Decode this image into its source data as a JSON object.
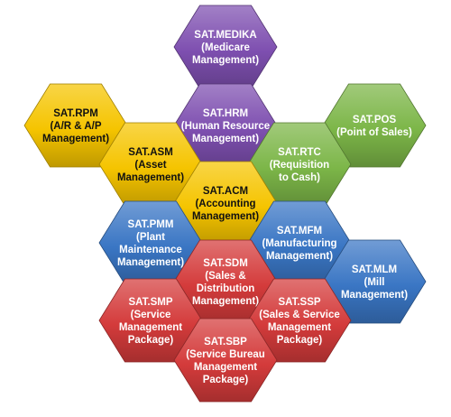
{
  "modules": [
    {
      "id": "medika",
      "lines": [
        "SAT.MEDIKA",
        "(Medicare",
        "Management)"
      ],
      "color": "#7e4fb0"
    },
    {
      "id": "rpm",
      "lines": [
        "SAT.RPM",
        "(A/R & A/P",
        "Management)"
      ],
      "color": "#f5c400",
      "text_color": "#111111"
    },
    {
      "id": "hrm",
      "lines": [
        "SAT.HRM",
        "(Human Resource",
        "Management)"
      ],
      "color": "#7e4fb0"
    },
    {
      "id": "pos",
      "lines": [
        "SAT.POS",
        "(Point of Sales)"
      ],
      "color": "#7cb648"
    },
    {
      "id": "asm",
      "lines": [
        "SAT.ASM",
        "(Asset",
        "Management)"
      ],
      "color": "#f5c400",
      "text_color": "#111111"
    },
    {
      "id": "rtc",
      "lines": [
        "SAT.RTC",
        "(Requisition",
        "to Cash)"
      ],
      "color": "#7cb648"
    },
    {
      "id": "acm",
      "lines": [
        "SAT.ACM",
        "(Accounting",
        "Management)"
      ],
      "color": "#f5c400",
      "text_color": "#111111"
    },
    {
      "id": "pmm",
      "lines": [
        "SAT.PMM",
        "(Plant",
        "Maintenance",
        "Management)"
      ],
      "color": "#3a76c4"
    },
    {
      "id": "mfm",
      "lines": [
        "SAT.MFM",
        "(Manufacturing",
        "Management)"
      ],
      "color": "#3a76c4"
    },
    {
      "id": "sdm",
      "lines": [
        "SAT.SDM",
        "(Sales &",
        "Distribution",
        "Management)"
      ],
      "color": "#d43b3b"
    },
    {
      "id": "mlm",
      "lines": [
        "SAT.MLM",
        "(Mill",
        "Management)"
      ],
      "color": "#3a76c4"
    },
    {
      "id": "smp",
      "lines": [
        "SAT.SMP",
        "(Service",
        "Management",
        "Package)"
      ],
      "color": "#d43b3b"
    },
    {
      "id": "ssp",
      "lines": [
        "SAT.SSP",
        "(Sales & Service",
        "Management",
        "Package)"
      ],
      "color": "#d43b3b"
    },
    {
      "id": "sbp",
      "lines": [
        "SAT.SBP",
        "(Service Bureau",
        "Management",
        "Package)"
      ],
      "color": "#d43b3b"
    }
  ]
}
